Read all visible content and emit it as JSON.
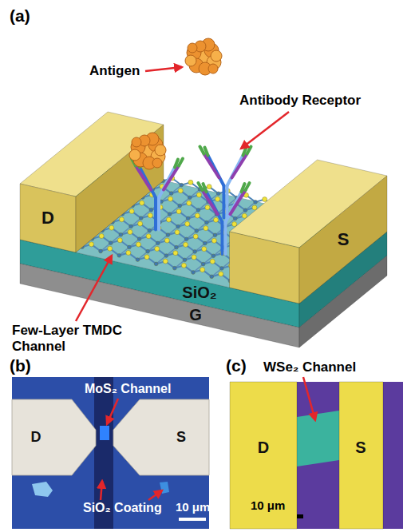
{
  "diagram": {
    "nodes": [
      {
        "text": [
          "D"
        ]
      },
      {
        "text": [
          "S"
        ]
      },
      {
        "text": [
          "SiO₂"
        ]
      },
      {
        "text": [
          "G"
        ]
      },
      {
        "text": [
          "D"
        ]
      },
      {
        "text": [
          "S"
        ]
      },
      {
        "text": [
          "D"
        ]
      },
      {
        "text": [
          "S"
        ]
      }
    ],
    "labels": [
      "(a)",
      "Antigen",
      "Antibody Receptor",
      "Few-Layer TMDC Channel",
      "(b)",
      "MoS₂ Channel",
      "SiO₂ Coating",
      "10 μm",
      "(c)",
      "WSe₂ Channel",
      "10 μm"
    ]
  }
}
